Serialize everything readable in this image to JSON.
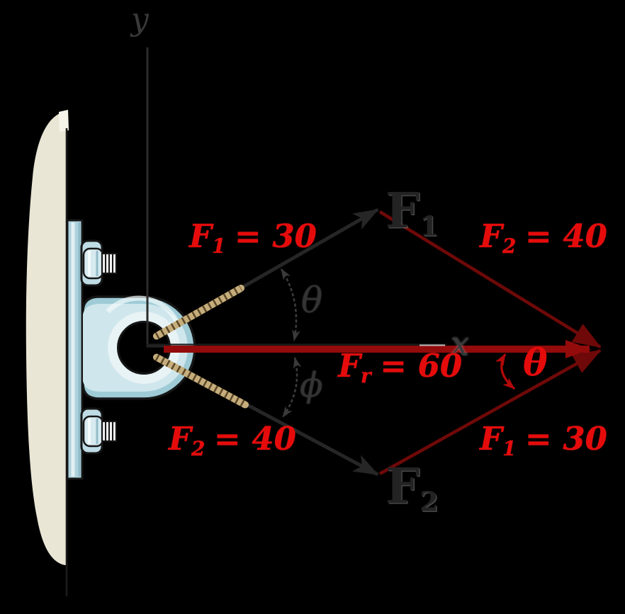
{
  "colors": {
    "background": "#000000",
    "label_red": "#e60b0b",
    "resultant_arrow_red": "#930b0b",
    "parallelogram_red": "#6f0909",
    "vector_black": "#262626",
    "wall_cream": "#e9e6d5",
    "bracket_blue": "#b8d9e2",
    "eyebolt_blue": "#cfe6ec",
    "rope_tan": "#c6ad7c"
  },
  "forces": {
    "F1": 30,
    "F2": 40,
    "Fr": 60
  },
  "labels": {
    "y_axis": "y",
    "x_axis": "x",
    "theta_center": "θ",
    "phi_center": "ϕ",
    "theta_right": "θ",
    "f1_left": {
      "sym": "F",
      "sub": "1",
      "val": "= 30"
    },
    "f2_right": {
      "sym": "F",
      "sub": "2",
      "val": "= 40"
    },
    "f2_left": {
      "sym": "F",
      "sub": "2",
      "val": "= 40"
    },
    "f1_right": {
      "sym": "F",
      "sub": "1",
      "val": "= 30"
    },
    "fr": {
      "sym": "F",
      "sub": "r",
      "val": "= 60"
    },
    "f1_tip": {
      "sym": "F",
      "sub": "1"
    },
    "f2_tip": {
      "sym": "F",
      "sub": "2"
    }
  }
}
